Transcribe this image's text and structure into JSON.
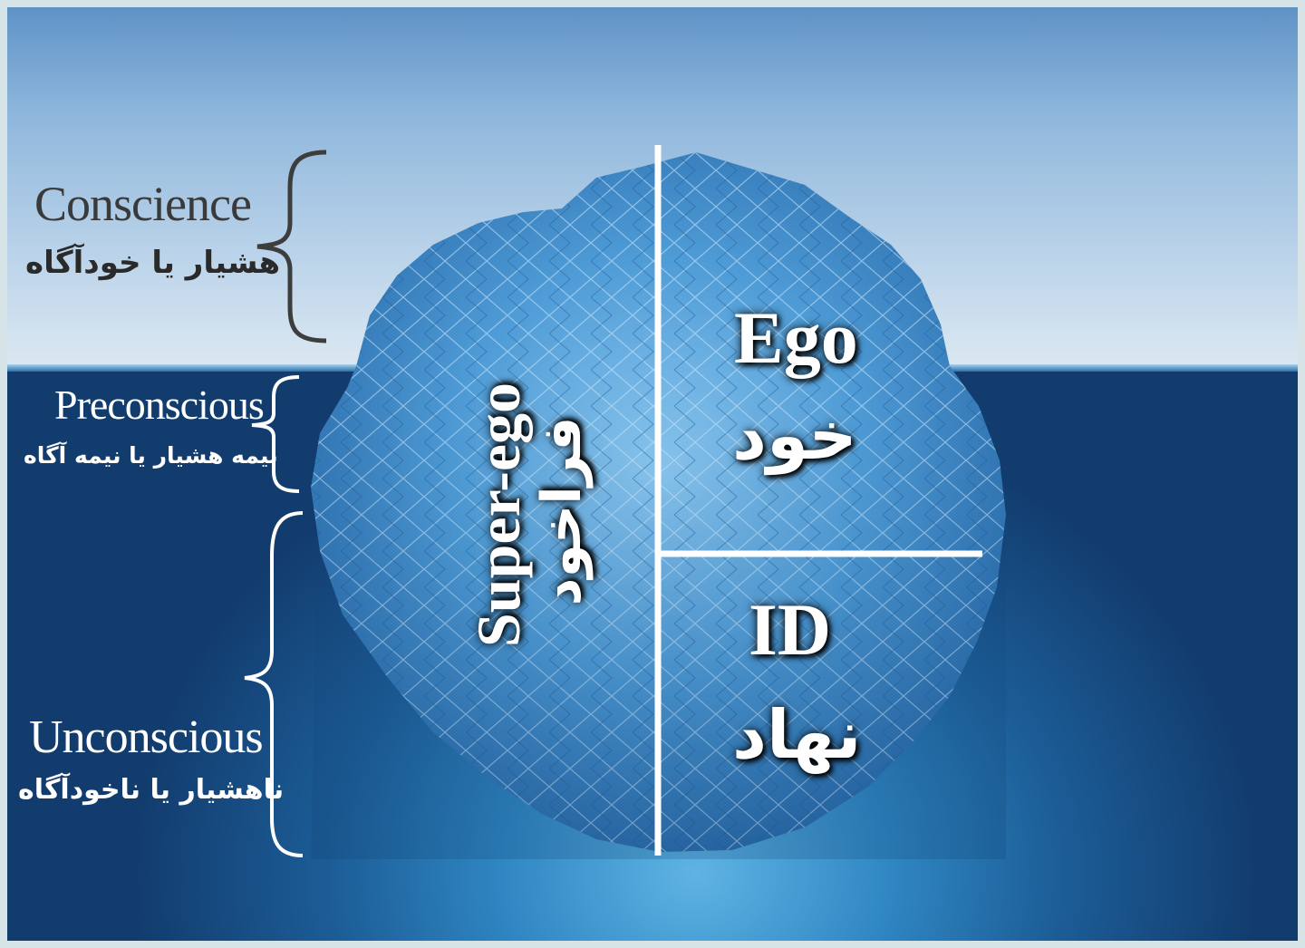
{
  "levels": {
    "conscience": {
      "en": "Conscience",
      "fa": "هشیار یا خودآگاه"
    },
    "preconscious": {
      "en": "Preconscious",
      "fa": "نیمه هشیار یا نیمه آگاه"
    },
    "unconscious": {
      "en": "Unconscious",
      "fa": "ناهشیار یا ناخودآگاه"
    }
  },
  "structures": {
    "superego": {
      "en": "Super-ego",
      "fa": "فراخود"
    },
    "ego": {
      "en": "Ego",
      "fa": "خود"
    },
    "id": {
      "en": "ID",
      "fa": "نهاد"
    }
  },
  "colors": {
    "sky": "#8fb7dc",
    "sea_deep": "#123c6e",
    "ice": "#4e9bd6",
    "divider": "#ffffff"
  }
}
